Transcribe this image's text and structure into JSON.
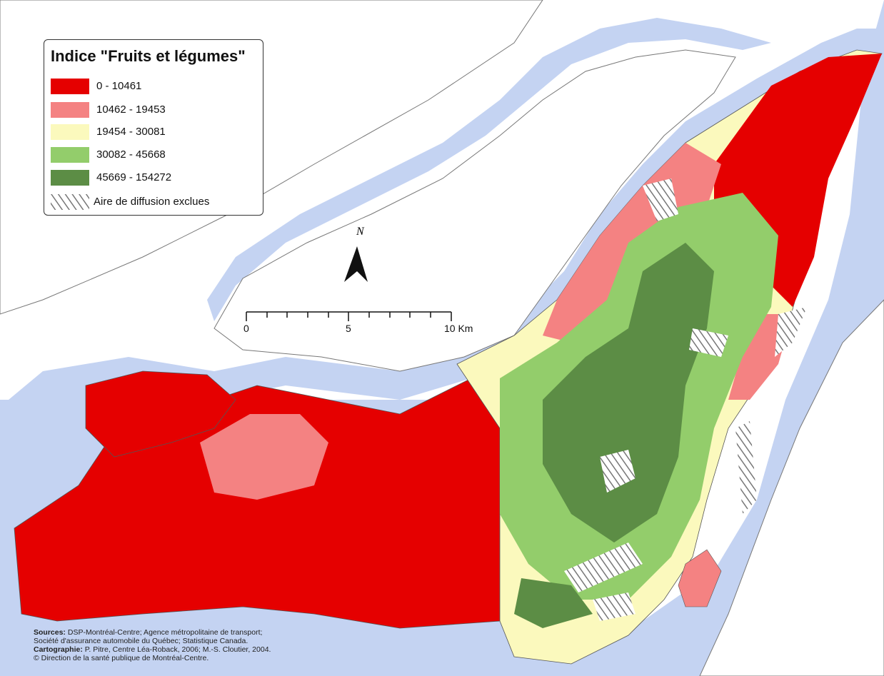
{
  "legend": {
    "title": "Indice \"Fruits et légumes\"",
    "classes": [
      {
        "label": "0 - 10461",
        "color": "#e50000"
      },
      {
        "label": "10462 - 19453",
        "color": "#f48282"
      },
      {
        "label": "19454 - 30081",
        "color": "#fbf9bd"
      },
      {
        "label": "30082 - 45668",
        "color": "#93cd6b"
      },
      {
        "label": "45669 - 154272",
        "color": "#5c8d45"
      }
    ],
    "excluded_label": "Aire de diffusion exclues"
  },
  "north_arrow": {
    "label": "N"
  },
  "scale_bar": {
    "labels": [
      "0",
      "5",
      "10 Km"
    ]
  },
  "credits": {
    "sources_label": "Sources:",
    "sources_text": " DSP-Montréal-Centre; Agence métropolitaine de transport;",
    "sources_text_2": "Société d'assurance automobile du Québec; Statistique Canada.",
    "cartography_label": "Cartographie:",
    "cartography_text": " P. Pitre, Centre Léa-Roback, 2006; M.-S. Cloutier, 2004.",
    "copyright": "© Direction de la santé publique de Montréal-Centre."
  },
  "colors": {
    "water": "#c4d3f2",
    "land": "#ffffff",
    "boundary": "#555555"
  }
}
